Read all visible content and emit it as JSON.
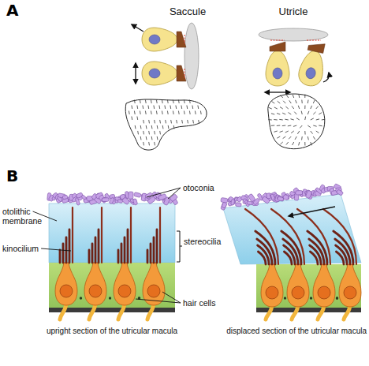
{
  "diagram": {
    "labels": [
      "A",
      "Saccule",
      "Utricle",
      "B",
      "otolithic membrane",
      "otoconia",
      "kinocilium",
      "stereocilia",
      "hair cells",
      "upright section of the utricular macula",
      "displaced section of the utricular macula"
    ]
  }
}
